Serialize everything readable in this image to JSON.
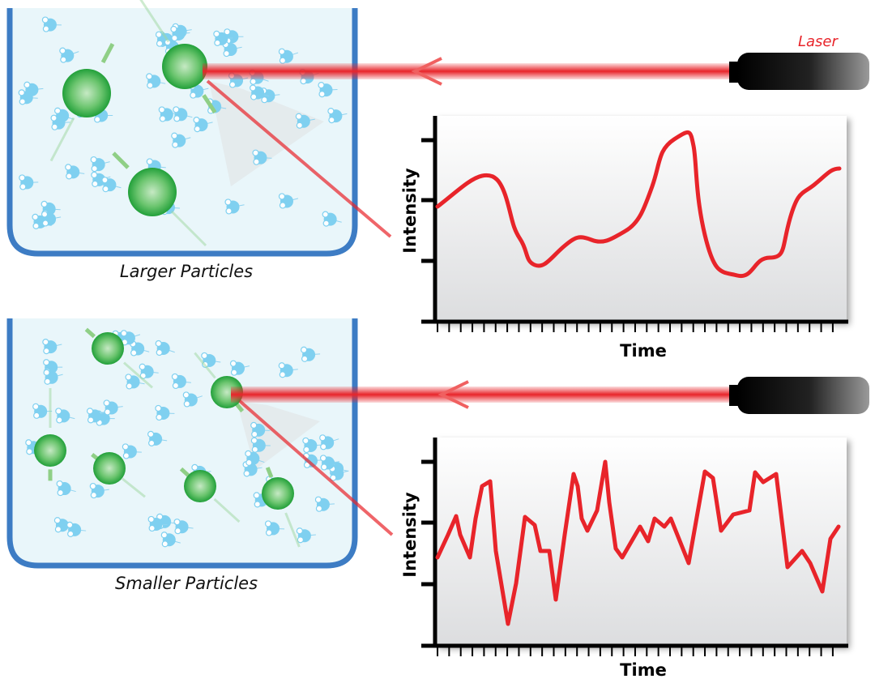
{
  "laser_label": "Laser",
  "panels": [
    {
      "caption": "Larger Particles",
      "y_axis_label": "Intensity",
      "x_axis_label": "Time"
    },
    {
      "caption": "Smaller Particles",
      "y_axis_label": "Intensity",
      "x_axis_label": "Time"
    }
  ],
  "colors": {
    "beaker": "#3d7cc4",
    "liquid": "#e9f6fa",
    "laser": "#e8242a",
    "particle": "#3bb54a",
    "water": "#7fd0f0"
  }
}
